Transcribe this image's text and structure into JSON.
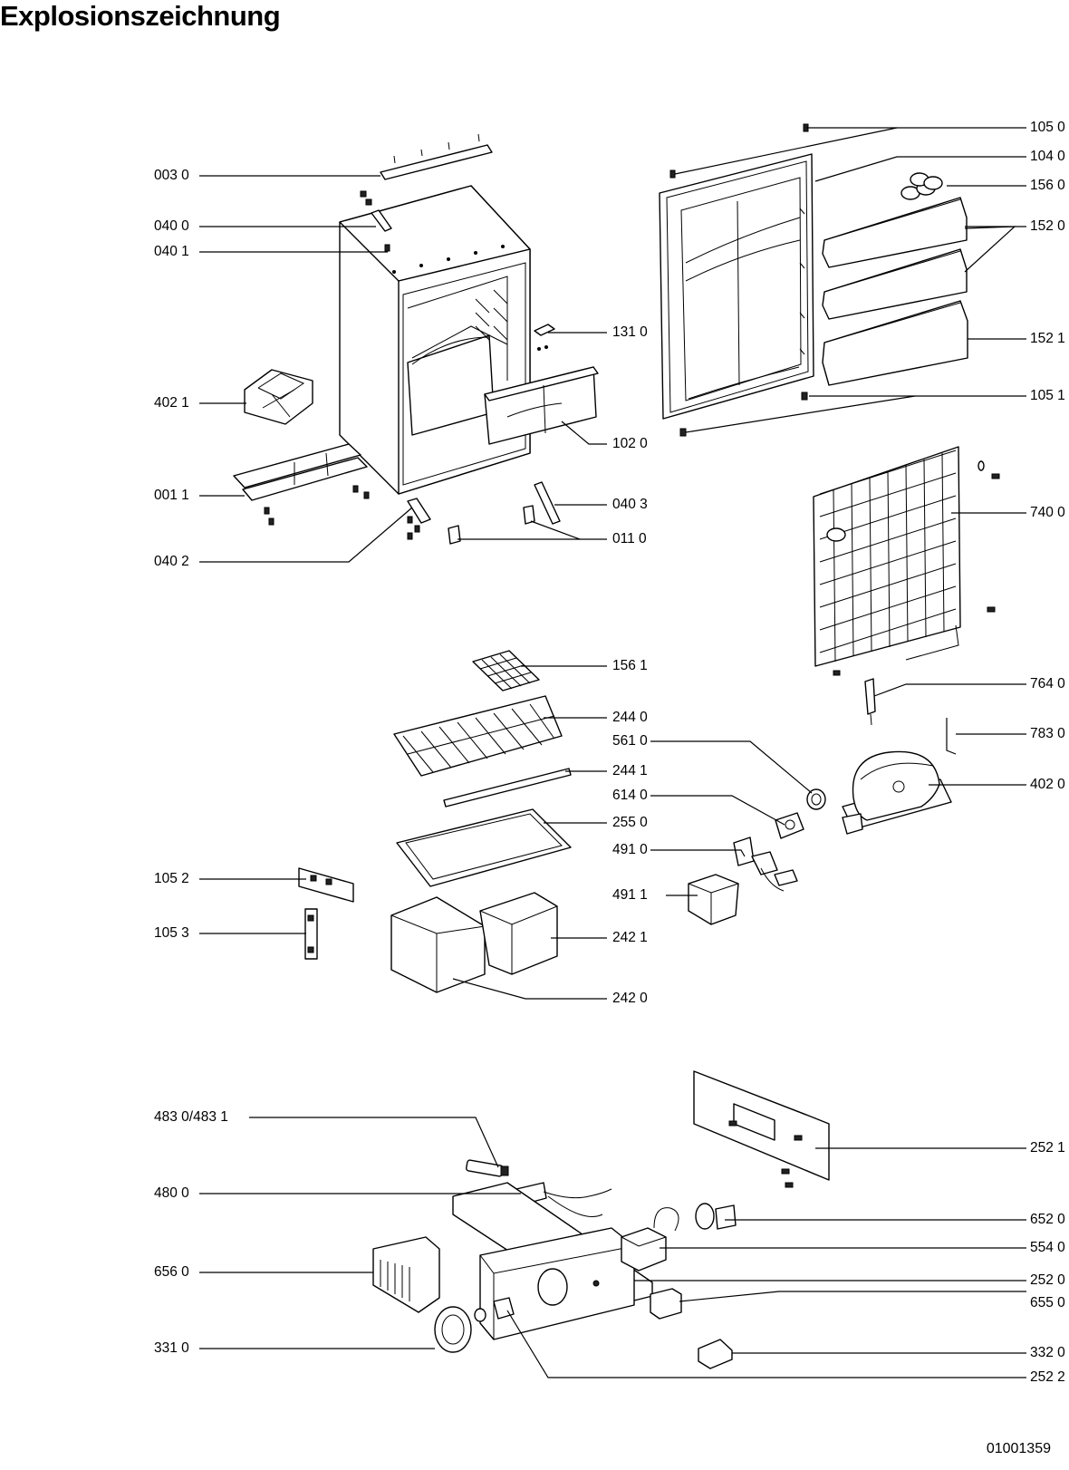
{
  "title": "Explosionszeichnung",
  "doc_number": "01001359",
  "labels": {
    "l0030": "003 0",
    "l0400": "040 0",
    "l0401": "040 1",
    "l4021": "402 1",
    "l0011": "001 1",
    "l0402": "040 2",
    "l1310": "131 0",
    "l1020": "102 0",
    "l0403": "040 3",
    "l0110": "011 0",
    "l1050": "105 0",
    "l1040": "104 0",
    "l1560": "156 0",
    "l1520": "152 0",
    "l1521": "152 1",
    "l1051": "105 1",
    "l7400": "740 0",
    "l7640": "764 0",
    "l7830": "783 0",
    "l4020": "402 0",
    "l1561": "156 1",
    "l2440": "244 0",
    "l5610": "561 0",
    "l2441": "244 1",
    "l6140": "614 0",
    "l2550": "255 0",
    "l4910": "491 0",
    "l4911": "491 1",
    "l1052": "105 2",
    "l1053": "105 3",
    "l2421": "242 1",
    "l2420": "242 0",
    "l4830": "483 0/483 1",
    "l4800": "480 0",
    "l6560": "656 0",
    "l3310": "331 0",
    "l2521": "252 1",
    "l6520": "652 0",
    "l5540": "554 0",
    "l2520": "252 0",
    "l6550": "655 0",
    "l3320": "332 0",
    "l2522": "252 2"
  }
}
